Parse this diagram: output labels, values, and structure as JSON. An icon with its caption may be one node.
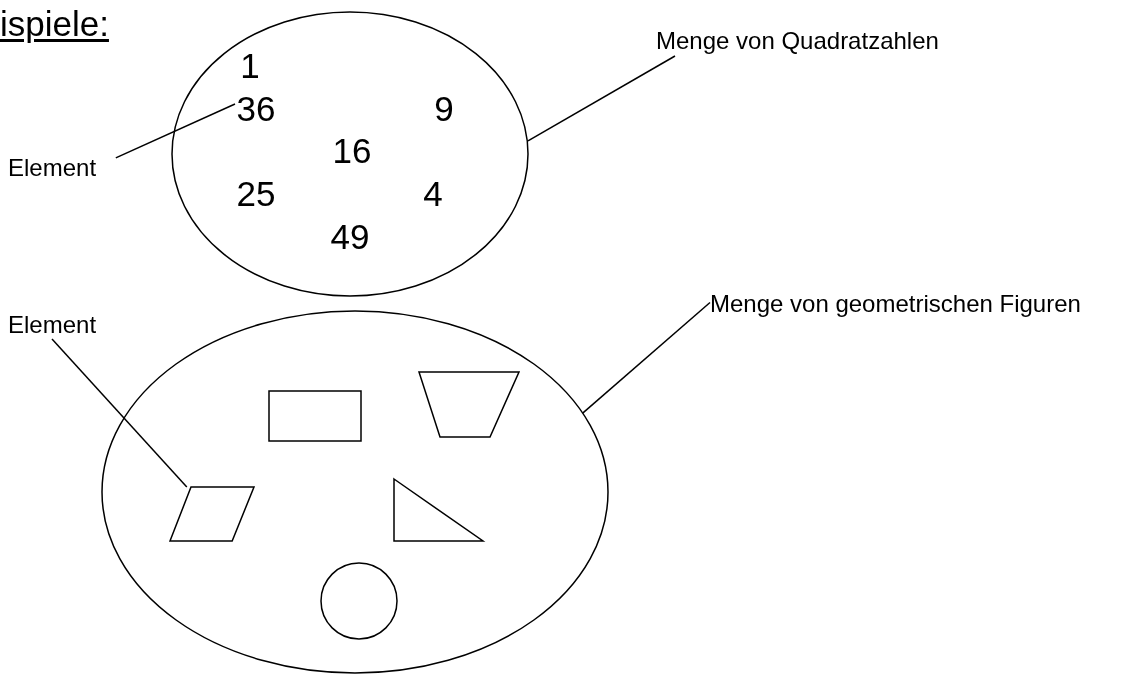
{
  "diagram": {
    "title": "ispiele:",
    "nodes": [
      {
        "text": [],
        "shape": "ellipse"
      },
      {
        "text": [
          "1"
        ],
        "in": 0
      },
      {
        "text": [
          "36"
        ],
        "in": 0
      },
      {
        "text": [
          "9"
        ],
        "in": 0
      },
      {
        "text": [
          "16"
        ],
        "in": 0
      },
      {
        "text": [
          "25"
        ],
        "in": 0
      },
      {
        "text": [
          "4"
        ],
        "in": 0
      },
      {
        "text": [
          "49"
        ],
        "in": 0
      },
      {
        "text": [
          "Element"
        ]
      },
      {
        "text": [
          "Menge von Quadratzahlen"
        ]
      },
      {
        "text": [
          "Menge von geometrischen Figuren"
        ]
      },
      {
        "text": [
          "Element"
        ]
      },
      {
        "text": [],
        "shape": "ellipse"
      },
      {
        "text": [],
        "shape": "box",
        "in": 12
      },
      {
        "text": [],
        "shape": "trapezoid",
        "in": 12
      },
      {
        "text": [],
        "shape": "parallelogram",
        "in": 12
      },
      {
        "text": [],
        "shape": "triangle",
        "in": 12
      },
      {
        "text": [],
        "shape": "circle",
        "in": 12
      }
    ],
    "edges": [
      {
        "from": 8,
        "to": 2,
        "arrow": "none"
      },
      {
        "from": 9,
        "to": 0,
        "arrow": "none"
      },
      {
        "from": 10,
        "to": 12,
        "arrow": "none"
      },
      {
        "from": 11,
        "to": 15,
        "arrow": "none"
      }
    ]
  }
}
